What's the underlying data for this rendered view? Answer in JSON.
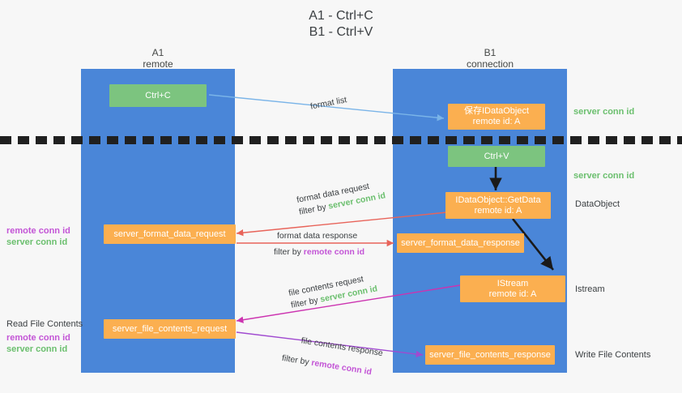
{
  "title": "A1 - Ctrl+C\nB1 - Ctrl+V",
  "colors": {
    "lane": "#4a86d8",
    "green_box": "#7cc47f",
    "orange_box": "#fbaf50",
    "server_conn_id": "#6bbf6e",
    "remote_conn_id": "#c355d6",
    "blue_arrow": "#7ab4e8",
    "red_arrow": "#e8645a",
    "magenta_arrow": "#cc33b0",
    "purple_arrow": "#a04ad0",
    "black_arrow": "#1a1a1a",
    "background": "#f7f7f7"
  },
  "columns": [
    {
      "name": "A1",
      "sub": "remote"
    },
    {
      "name": "B1",
      "sub": "connection"
    }
  ],
  "boxes": {
    "ctrl_c": {
      "line1": "Ctrl+C",
      "line2": ""
    },
    "save_dataobject": {
      "line1": "保存IDataObject",
      "line2": "remote id: A"
    },
    "ctrl_v": {
      "line1": "Ctrl+V",
      "line2": ""
    },
    "getdata": {
      "line1": "IDataObject::GetData",
      "line2": "remote id: A"
    },
    "server_format_data_request": {
      "line1": "server_format_data_request",
      "line2": ""
    },
    "server_format_data_response": {
      "line1": "server_format_data_response",
      "line2": ""
    },
    "istream": {
      "line1": "IStream",
      "line2": "remote id: A"
    },
    "server_file_contents_request": {
      "line1": "server_file_contents_request",
      "line2": ""
    },
    "server_file_contents_response": {
      "line1": "server_file_contents_response",
      "line2": ""
    }
  },
  "right_labels": [
    {
      "text": "server conn id",
      "style": "green"
    },
    {
      "text": "server conn id",
      "style": "green"
    },
    {
      "text": "DataObject",
      "style": "dark"
    },
    {
      "text": "Istream",
      "style": "dark"
    },
    {
      "text": "Write File Contents",
      "style": "dark"
    }
  ],
  "left_labels": {
    "group1_line1": "remote conn id",
    "group1_line2": "server conn id",
    "read_file_contents": "Read File Contents",
    "group2_line1": "remote conn id",
    "group2_line2": "server conn id"
  },
  "edges": [
    {
      "title": "format list",
      "filter_prefix": "",
      "filter_value": ""
    },
    {
      "title": "format data request",
      "filter_prefix": "filter by ",
      "filter_value": "server conn id",
      "filter_color": "green"
    },
    {
      "title": "format data response",
      "filter_prefix": "filter by ",
      "filter_value": "remote conn id",
      "filter_color": "purple"
    },
    {
      "title": "file contents request",
      "filter_prefix": "filter by ",
      "filter_value": "server conn id",
      "filter_color": "green"
    },
    {
      "title": "file contents response",
      "filter_prefix": "filter by ",
      "filter_value": "remote conn id",
      "filter_color": "purple"
    }
  ]
}
